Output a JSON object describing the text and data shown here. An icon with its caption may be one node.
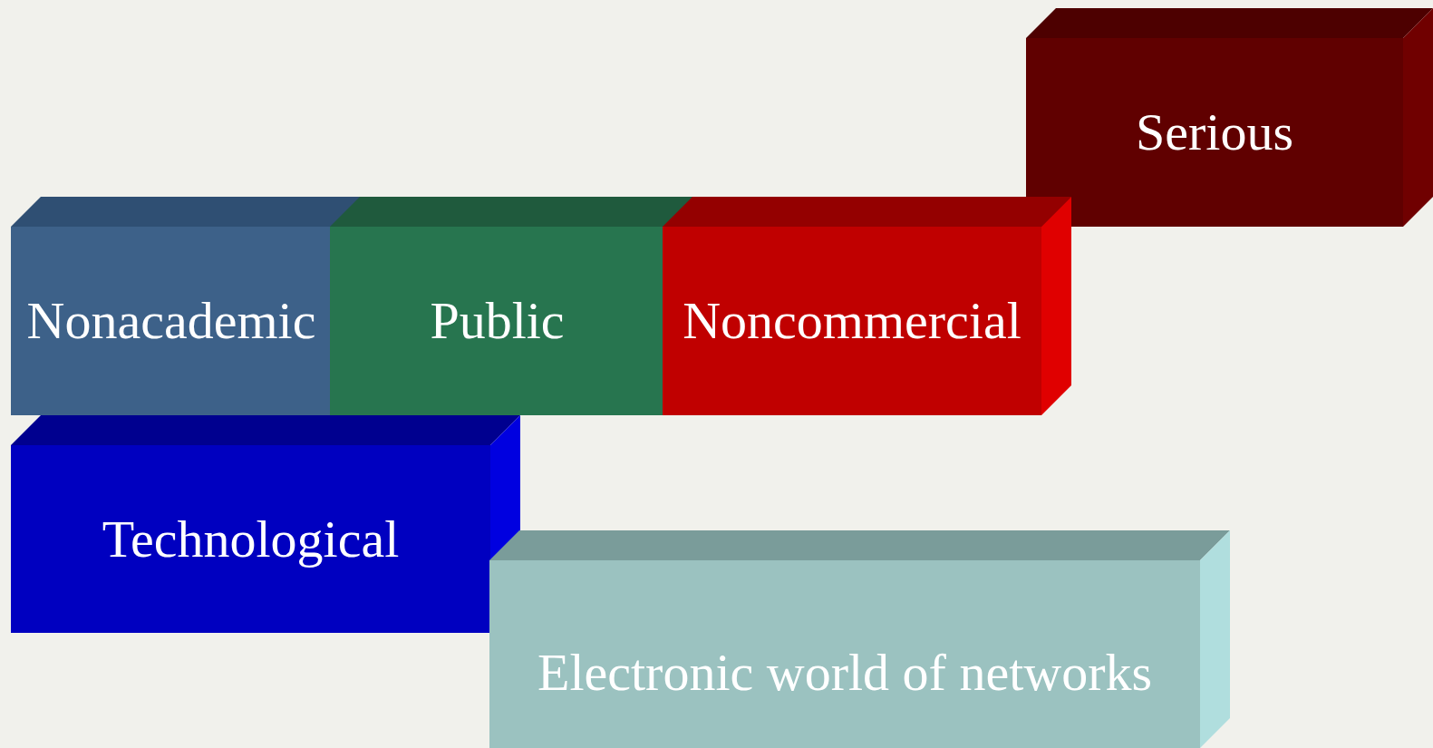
{
  "diagram": {
    "nodes": [
      {
        "text": [
          "Serious"
        ]
      },
      {
        "text": [
          "Nonacademic"
        ]
      },
      {
        "text": [
          "Public"
        ]
      },
      {
        "text": [
          "Noncommercial"
        ]
      },
      {
        "text": [
          "Technological"
        ]
      },
      {
        "text": [
          "Electronic world of networks"
        ]
      }
    ]
  }
}
